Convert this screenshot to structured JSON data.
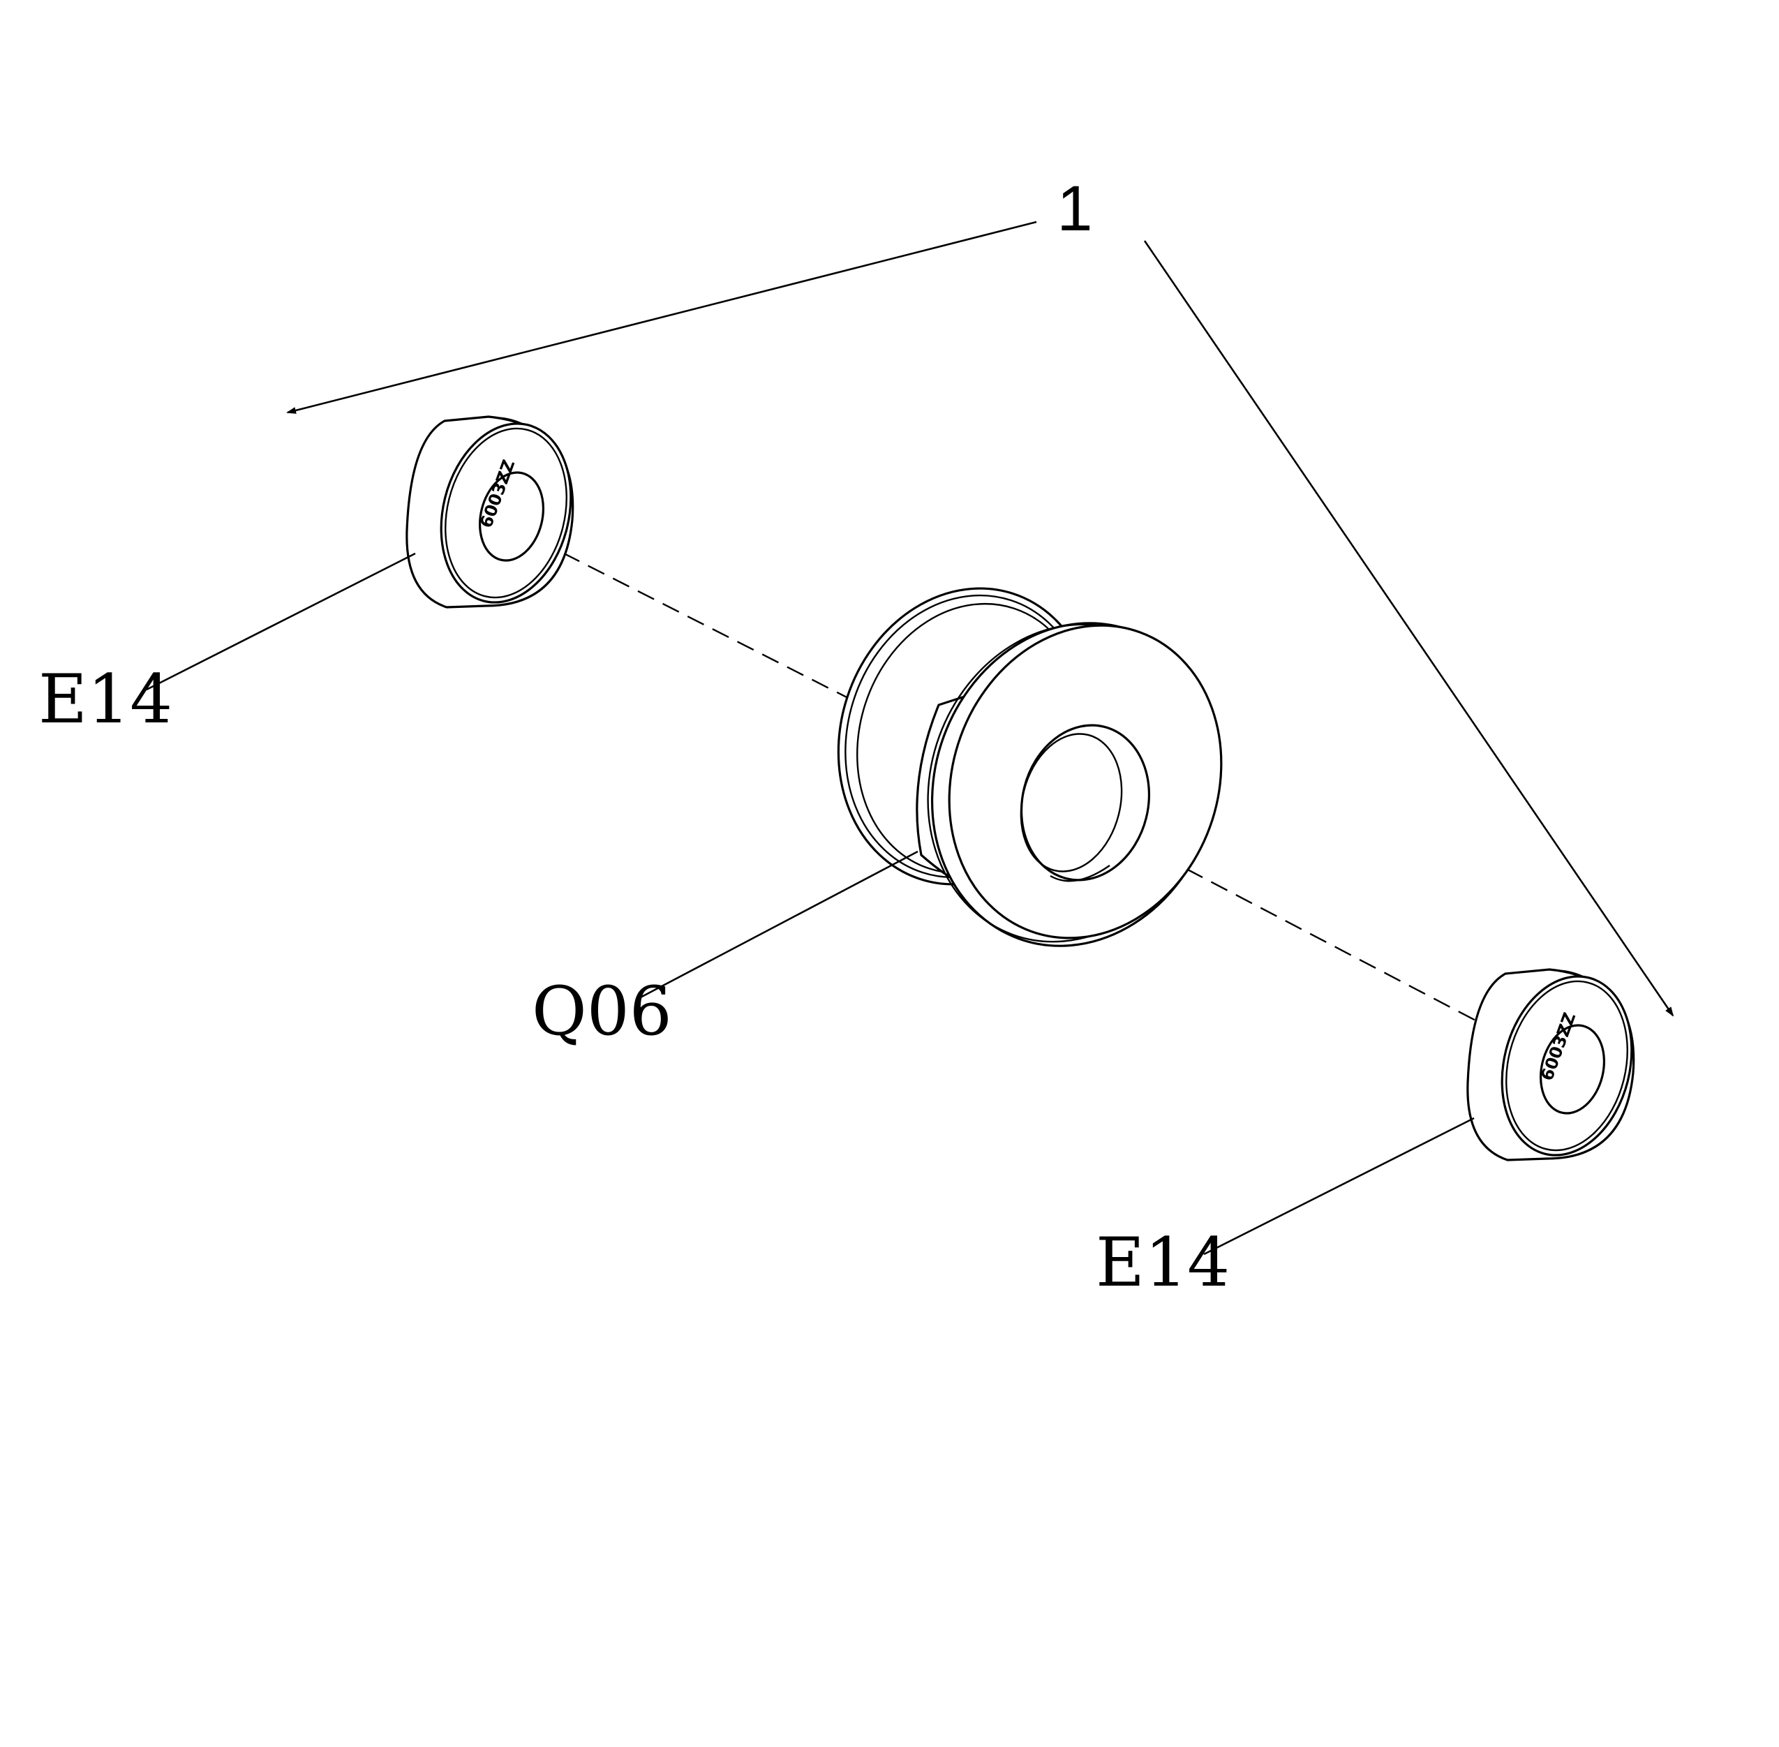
{
  "labels": {
    "assembly": "1",
    "left_bearing": "E14",
    "pulley": "Q06",
    "right_bearing": "E14"
  },
  "bearing_stamp": "6003ZZ",
  "line_color": "#000000",
  "background_color": "#ffffff"
}
